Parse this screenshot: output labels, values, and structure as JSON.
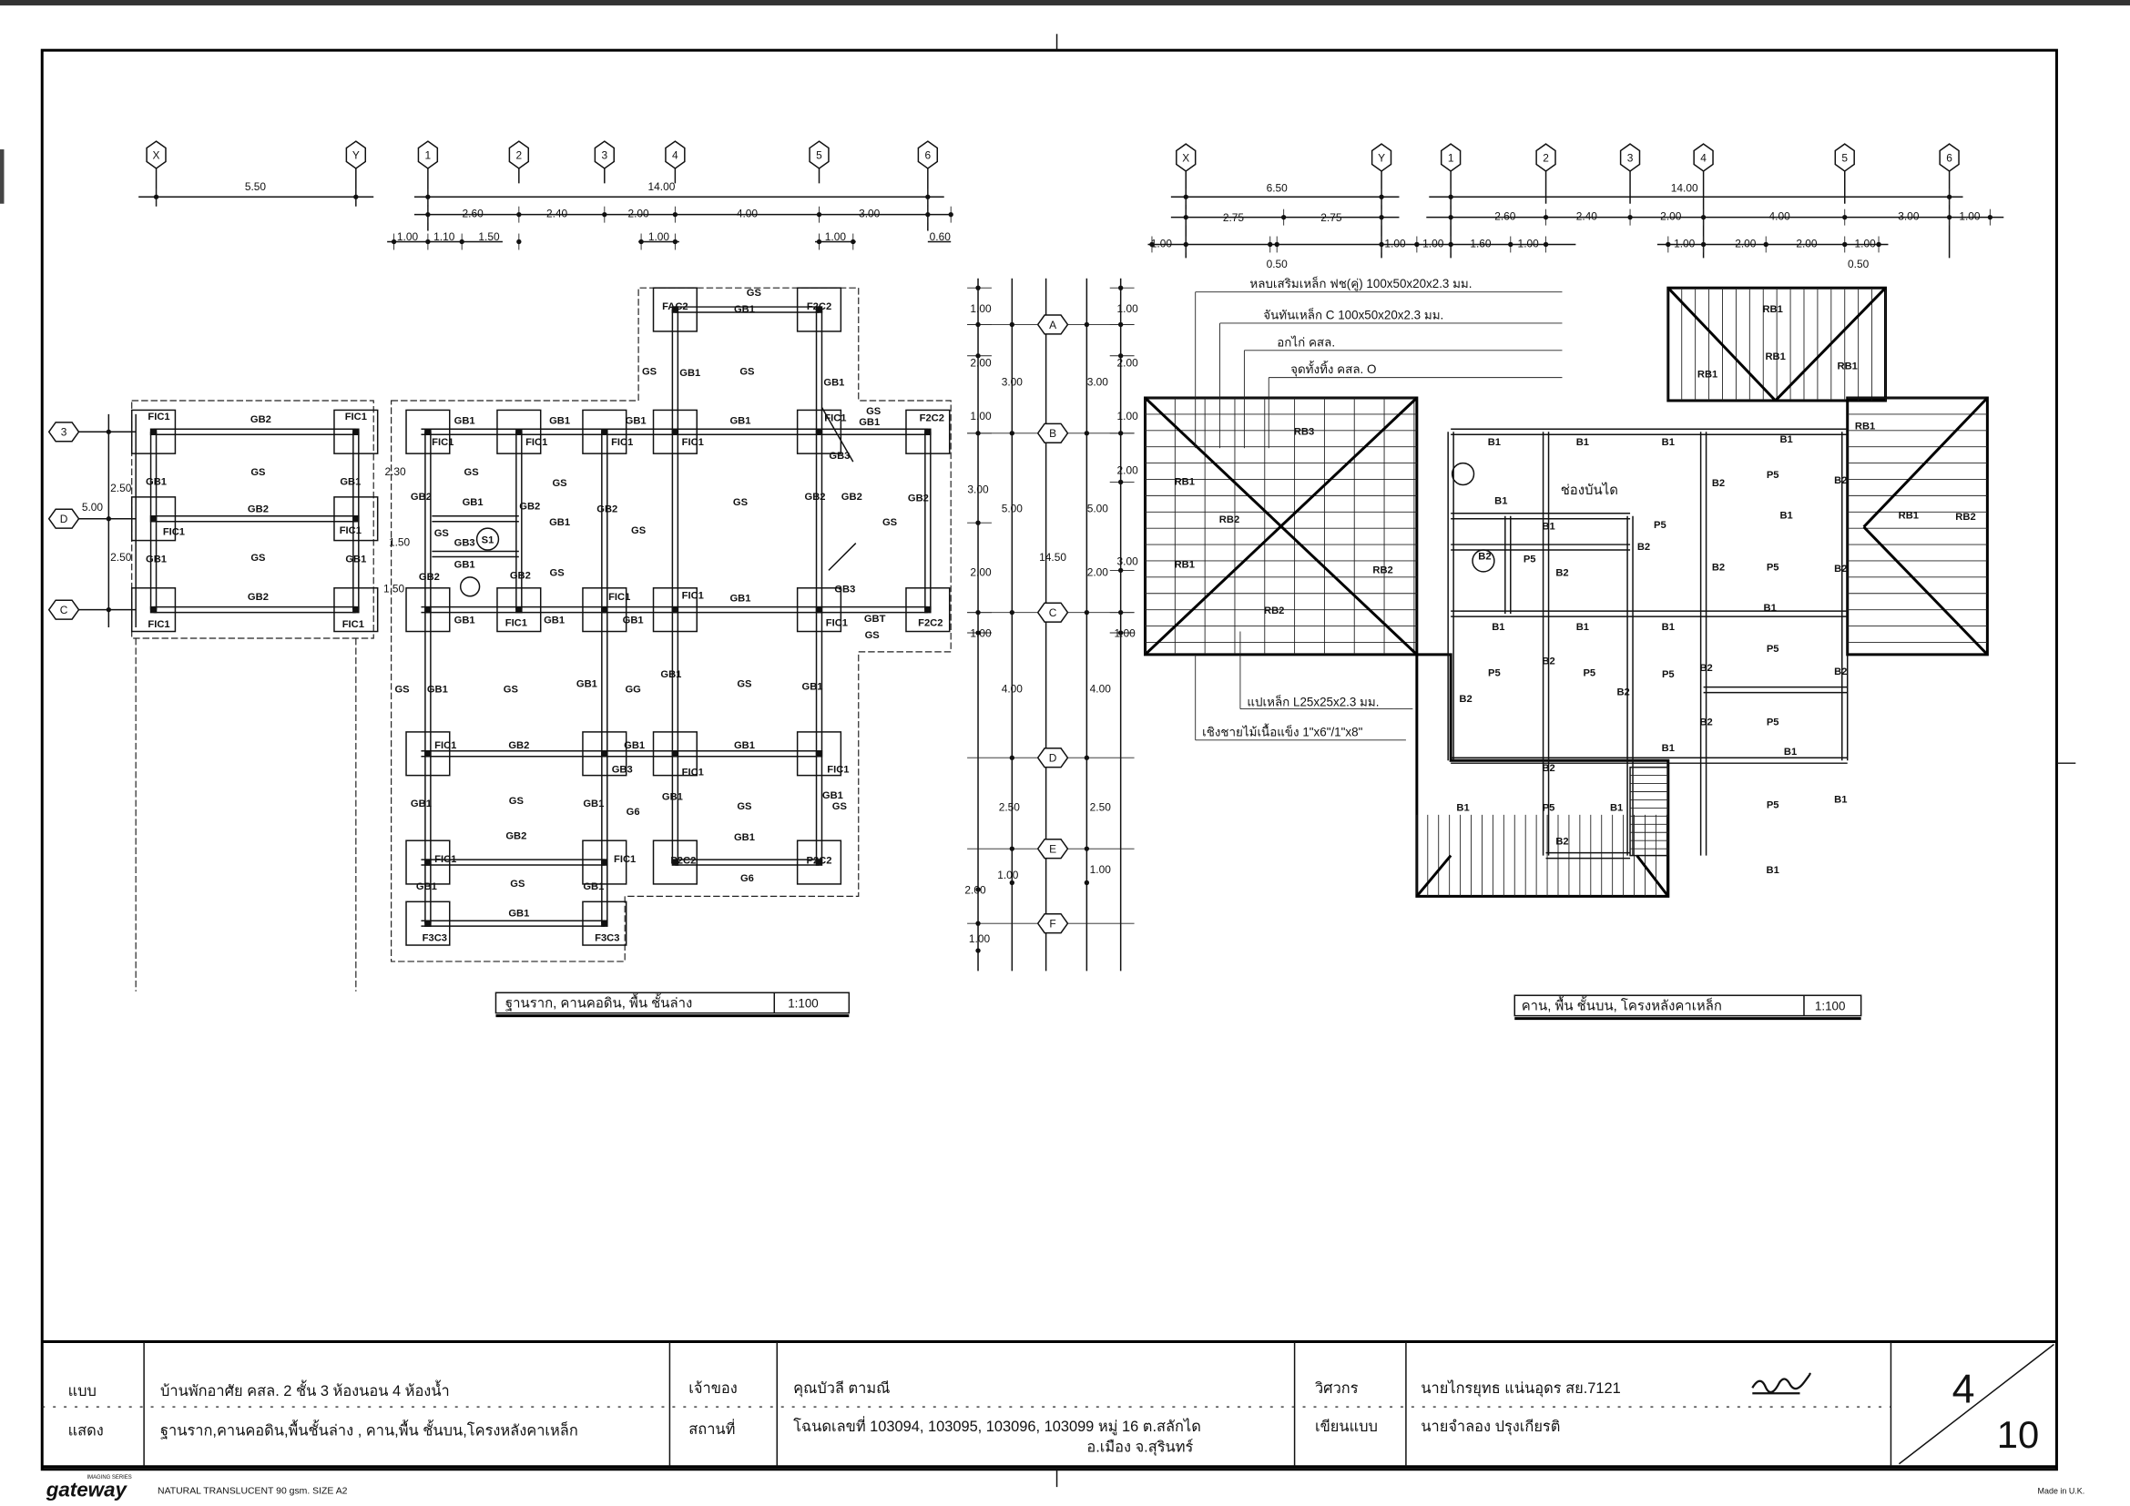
{
  "sheet": {
    "paper_brand": "gateway",
    "paper_series": "IMAGING SERIES",
    "paper_spec": "NATURAL TRANSLUCENT 90 gsm. SIZE A2",
    "made_in": "Made in U.K."
  },
  "title_block": {
    "drawing_label_1": "แบบ",
    "drawing_label_2": "แสดง",
    "project": "บ้านพักอาศัย คสล. 2 ชั้น 3 ห้องนอน 4 ห้องน้ำ",
    "drawing_desc": "ฐานราก,คานคอดิน,พื้นชั้นล่าง , คาน,พื้น ชั้นบน,โครงหลังคาเหล็ก",
    "owner_label": "เจ้าของ",
    "location_label": "สถานที่",
    "owner": "คุณบัวลี ตามณี",
    "location_1": "โฉนดเลขที่ 103094, 103095, 103096, 103099 หมู่ 16 ต.สลักได",
    "location_2": "อ.เมือง จ.สุรินทร์",
    "engineer_label": "วิศวกร",
    "drafter_label": "เขียนแบบ",
    "engineer": "นายไกรยุทธ แน่นอุดร สย.7121",
    "drafter": "นายจำลอง ปรุงเกียรติ",
    "sheet_no": "4",
    "sheet_total": "10"
  },
  "left_plan": {
    "title": "ฐานราก, คานคอดิน, พื้น ชั้นล่าง",
    "scale": "1:100",
    "grid_cols": [
      "X",
      "Y",
      "1",
      "2",
      "3",
      "4",
      "5",
      "6"
    ],
    "grid_rows": [
      "3",
      "D",
      "C"
    ],
    "dims": [
      "5.50",
      "14.00",
      "2.60",
      "2.40",
      "2.00",
      "4.00",
      "3.00",
      "1.00",
      "1.10",
      "1.50",
      "1.00",
      "1.00",
      "0.60",
      "2.50",
      "2.50",
      "5.00",
      "2.30",
      "1.50",
      "1.50"
    ],
    "labels": [
      "FIC1",
      "GB2",
      "FIC1",
      "GS",
      "GB1",
      "GB1",
      "GB2",
      "FIC1",
      "FIC1",
      "GS",
      "GB1",
      "GB1",
      "GB2",
      "FIC1",
      "FIC1",
      "FAC2",
      "GS",
      "GB1",
      "F2C2",
      "GS",
      "GB1",
      "GS",
      "GB1",
      "GB1",
      "GB1",
      "GB1",
      "GB1",
      "FIC1",
      "GS",
      "GB1",
      "F2C2",
      "FIC1",
      "FIC1",
      "FIC1",
      "FIC1",
      "GB3",
      "GS",
      "GS",
      "GB2",
      "GB1",
      "GB2",
      "GB2",
      "GB2",
      "GB2",
      "GB2",
      "GS",
      "GS",
      "GS",
      "GB1",
      "GS",
      "GB3",
      "S1",
      "GB1",
      "GB2",
      "GB2",
      "GS",
      "GB3",
      "FIC1",
      "FIC1",
      "GB1",
      "GB1",
      "FIC1",
      "GB1",
      "GB1",
      "FIC1",
      "GBT",
      "F2C2",
      "GS",
      "GS",
      "GB1",
      "GS",
      "GB1",
      "GG",
      "GB1",
      "GS",
      "GB1",
      "FIC1",
      "GB2",
      "GB1",
      "GB1",
      "FIC1",
      "GB3",
      "FIC1",
      "GB1",
      "GS",
      "GB1",
      "G6",
      "GB1",
      "GS",
      "GB1",
      "GS",
      "GB2",
      "FIC1",
      "FIC1",
      "GB1",
      "P2C2",
      "P2C2",
      "G6",
      "GB1",
      "GS",
      "GB1",
      "GB1",
      "F3C3",
      "F3C3"
    ]
  },
  "middle_dims": {
    "grid_rows": [
      "A",
      "B",
      "C",
      "D",
      "E",
      "F"
    ],
    "left_dims": [
      "1.00",
      "2.00",
      "1.00",
      "3.00",
      "2.00",
      "1.00",
      "3.00",
      "5.00",
      "4.00",
      "2.50",
      "1.00",
      "2.00",
      "1.00",
      "14.50"
    ],
    "right_dims": [
      "1.00",
      "2.00",
      "1.00",
      "2.00",
      "3.00",
      "1.00",
      "3.00",
      "5.00",
      "2.00",
      "4.00",
      "2.50",
      "1.00"
    ]
  },
  "right_plan": {
    "title": "คาน, พื้น ชั้นบน, โครงหลังคาเหล็ก",
    "scale": "1:100",
    "grid_cols": [
      "X",
      "Y",
      "1",
      "2",
      "3",
      "4",
      "5",
      "6"
    ],
    "dims": [
      "6.50",
      "14.00",
      "2.75",
      "2.75",
      "2.60",
      "2.40",
      "2.00",
      "4.00",
      "3.00",
      "1.00",
      "1.00",
      "0.50",
      "1.00",
      "1.00",
      "1.60",
      "1.00",
      "1.00",
      "2.00",
      "2.00",
      "1.00",
      "0.50"
    ],
    "notes": [
      "หลบเสริมเหล็ก ฟช(คู่) 100x50x20x2.3 มม.",
      "จันทันเหล็ก C 100x50x20x2.3 มม.",
      "อกไก่ คสล.",
      "จุดทั้งทิ้ง คสล. O",
      "แปเหล็ก L25x25x2.3 มม.",
      "เชิงชายไม้เนื้อแข็ง 1\"x6\"/1\"x8\""
    ],
    "stair_label": "ช่องบันได",
    "labels": [
      "RB1",
      "RB1",
      "RB1",
      "RB1",
      "RB1",
      "RB3",
      "RB1",
      "RB2",
      "RB2",
      "RB1",
      "RB2",
      "B1",
      "B1",
      "B1",
      "B1",
      "B1",
      "B2",
      "P5",
      "B2",
      "RB1",
      "RB2",
      "B1",
      "B1",
      "P5",
      "B2",
      "B2",
      "P5",
      "B2",
      "B2",
      "P5",
      "B2",
      "B1",
      "B1",
      "B1",
      "B1",
      "P5",
      "B2",
      "P5",
      "P5",
      "P5",
      "B2",
      "B2",
      "B2",
      "B2",
      "B2",
      "P5",
      "B1",
      "B1",
      "B2",
      "B1",
      "P5",
      "B1",
      "P5",
      "B1",
      "B2",
      "B1"
    ]
  }
}
